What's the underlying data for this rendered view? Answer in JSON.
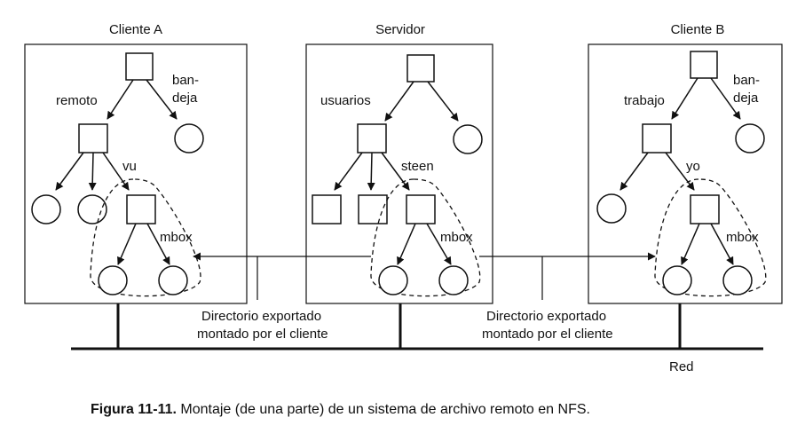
{
  "machines": {
    "client_a": "Cliente A",
    "server": "Servidor",
    "client_b": "Cliente B"
  },
  "client_a": {
    "remote": "remoto",
    "tray_line1": "ban-",
    "tray_line2": "deja",
    "vu": "vu",
    "mbox": "mbox"
  },
  "server": {
    "users": "usuarios",
    "steen": "steen",
    "mbox": "mbox"
  },
  "client_b": {
    "work": "trabajo",
    "tray_line1": "ban-",
    "tray_line2": "deja",
    "yo": "yo",
    "mbox": "mbox"
  },
  "notes": {
    "left_line1": "Directorio exportado",
    "left_line2": "montado por el cliente",
    "right_line1": "Directorio exportado",
    "right_line2": "montado por el cliente"
  },
  "network": "Red",
  "caption": {
    "label": "Figura 11-11.",
    "text": "Montaje (de una parte) de un sistema de archivo remoto en NFS."
  }
}
